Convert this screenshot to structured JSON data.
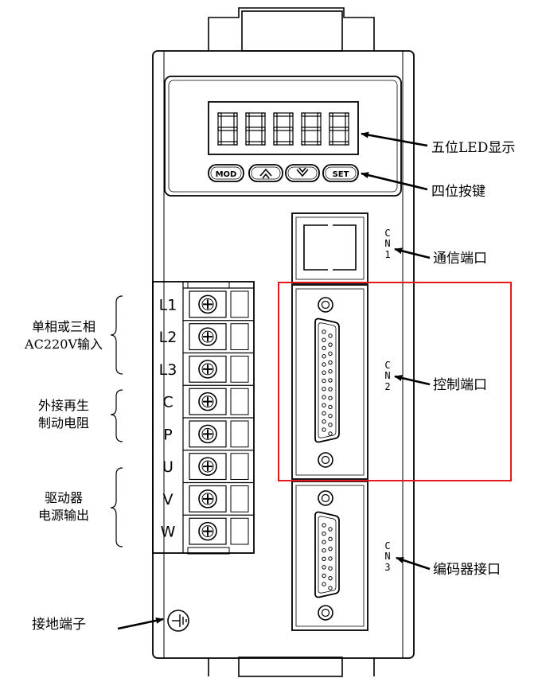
{
  "labels": {
    "led_display": "五位LED显示",
    "four_keys": "四位按键",
    "comm_port": "通信端口",
    "control_port": "控制端口",
    "encoder_port": "编码器接口",
    "ground_terminal": "接地端子",
    "input_group_line1": "单相或三相",
    "input_group_line2": "AC220V输入",
    "brake_group_line1": "外接再生",
    "brake_group_line2": "制动电阻",
    "output_group_line1": "驱动器",
    "output_group_line2": "电源输出"
  },
  "keys": [
    "MOD",
    "SET"
  ],
  "terminals": [
    "L1",
    "L2",
    "L3",
    "C",
    "P",
    "U",
    "V",
    "W"
  ],
  "connectors": {
    "cn1": [
      "C",
      "N",
      "1"
    ],
    "cn2": [
      "C",
      "N",
      "2"
    ],
    "cn3": [
      "C",
      "N",
      "3"
    ]
  },
  "led_digit_count": 5,
  "colors": {
    "outline": "#000000",
    "highlight_box": "#e0191d",
    "background": "#ffffff"
  },
  "icons": [
    "up-arrow-icon",
    "down-arrow-icon",
    "screw-icon",
    "ground-symbol-icon"
  ]
}
